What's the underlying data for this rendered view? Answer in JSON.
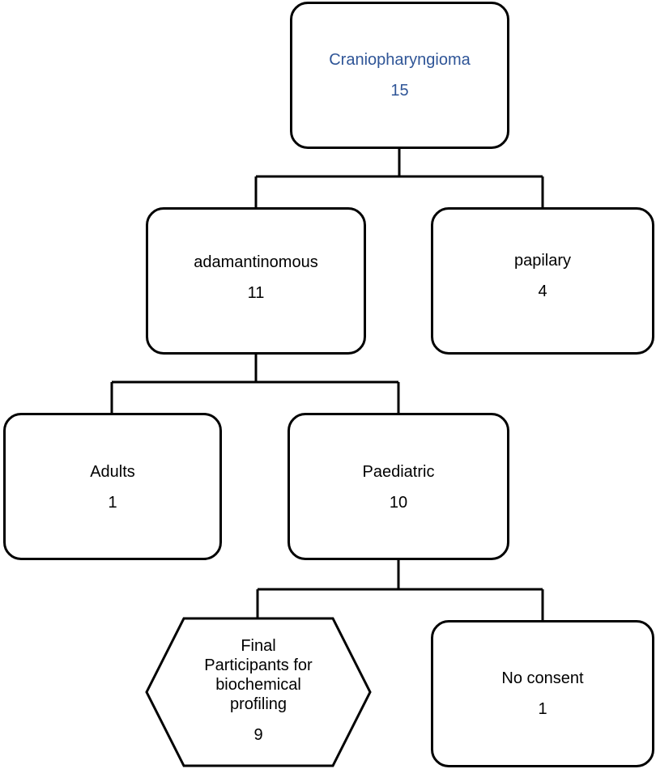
{
  "diagram": {
    "root": {
      "label": "Craniopharyngioma",
      "count": "15"
    },
    "adamantinomous": {
      "label": "adamantinomous",
      "count": "11"
    },
    "papilary": {
      "label": "papilary",
      "count": "4"
    },
    "adults": {
      "label": "Adults",
      "count": "1"
    },
    "paediatric": {
      "label": "Paediatric",
      "count": "10"
    },
    "final": {
      "label": "Final\nParticipants for\nbiochemical\nprofiling",
      "count": "9"
    },
    "no_consent": {
      "label": "No consent",
      "count": "1"
    }
  },
  "colors": {
    "root_text": "#2f5597",
    "text": "#000000",
    "border": "#000000",
    "background": "#ffffff"
  }
}
